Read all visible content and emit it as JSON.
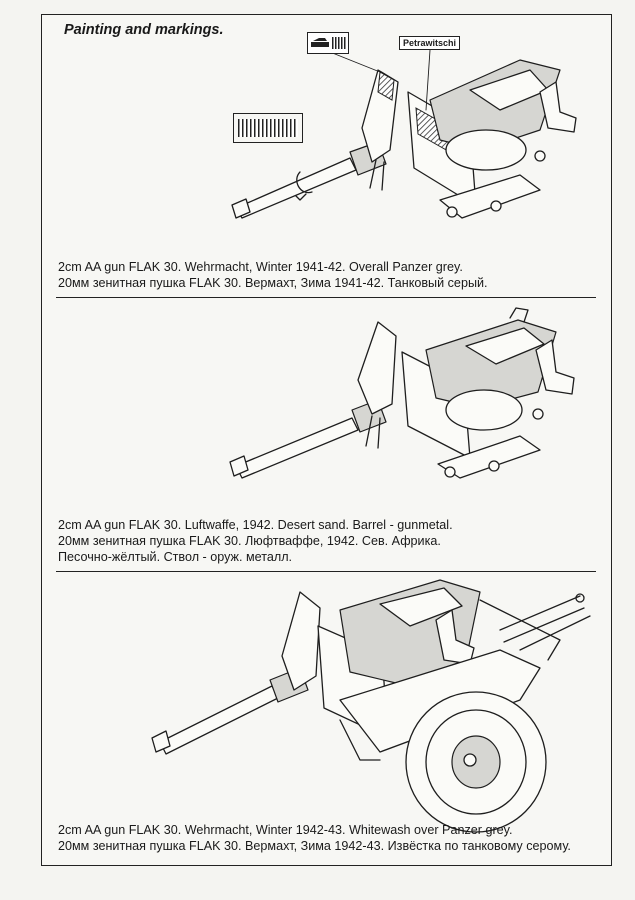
{
  "heading": "Painting and markings.",
  "marking_callout": {
    "label": "Petrawitschi"
  },
  "sections": [
    {
      "caption_en": "2cm AA gun FLAK 30. Wehrmacht, Winter 1941-42. Overall Panzer grey.",
      "caption_ru": "20мм зенитная пушка FLAK 30.  Вермахт, Зима 1941-42. Танковый серый."
    },
    {
      "caption_en": "2cm AA gun FLAK 30. Luftwaffe, 1942. Desert sand. Barrel - gunmetal.",
      "caption_ru": "20мм зенитная пушка FLAK 30.  Люфтваффе, 1942. Сев. Африка.",
      "caption_ru2": "Песочно-жёлтый. Ствол - оруж. металл."
    },
    {
      "caption_en": "2cm AA gun FLAK 30. Wehrmacht, Winter 1942-43. Whitewash over Panzer grey.",
      "caption_ru": "20мм зенитная пушка FLAK 30.  Вермахт, Зима 1942-43. Извёстка по танковому серому."
    }
  ],
  "icons": {
    "tank-kill-marking": "tank-silhouette-icon",
    "barrel-stripes": "kill-rings-icon"
  }
}
